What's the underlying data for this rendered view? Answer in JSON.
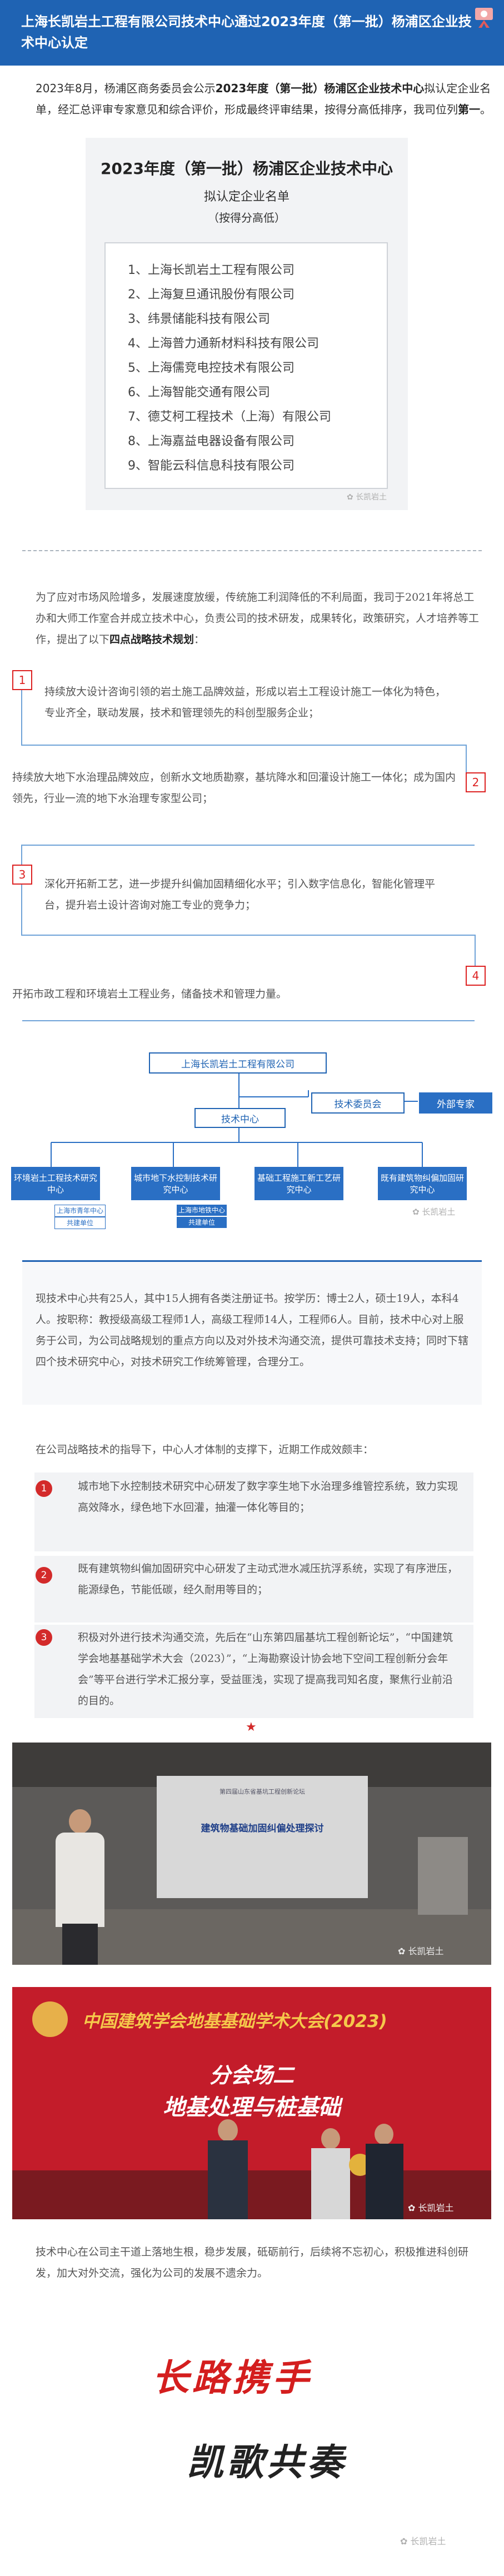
{
  "header": {
    "title": "上海长凯岩土工程有限公司技术中心通过2023年度（第一批）杨浦区企业技术中心认定"
  },
  "intro": {
    "text1": "2023年8月，杨浦区商务委员会公示",
    "bold": "2023年度（第一批）杨浦区企业技术中心",
    "text2": "拟认定企业名单，经汇总评审专家意见和综合评价，形成最终评审结果，按得分高低排序，我司位列",
    "rank": "第一"
  },
  "notice_card": {
    "title": "2023年度（第一批）杨浦区企业技术中心",
    "subtitle": "拟认定企业名单",
    "sort_note": "（按得分高低）",
    "companies": [
      "1、上海长凯岩土工程有限公司",
      "2、上海复旦通讯股份有限公司",
      "3、纬景储能科技有限公司",
      "4、上海普力通新材料科技有限公司",
      "5、上海儒竞电控技术有限公司",
      "6、上海智能交通有限公司",
      "7、德艾柯工程技术（上海）有限公司",
      "8、上海嘉益电器设备有限公司",
      "9、智能云科信息科技有限公司"
    ],
    "watermark": "长凯岩土"
  },
  "strategy": {
    "intro": "为了应对市场风险增多，发展速度放缓，传统施工利润降低的不利局面，我司于2021年将总工办和大师工作室合并成立技术中心，负责公司的技术研发，成果转化，政策研究，人才培养等工作，提出了以下",
    "intro_bold": "四点战略技术规划",
    "intro_end": "：",
    "items": [
      {
        "num": "1",
        "text": "持续放大设计咨询引领的岩土施工品牌效益，形成以岩土工程设计施工一体化为特色，专业齐全，联动发展，技术和管理领先的科创型服务企业；"
      },
      {
        "num": "2",
        "text": "持续放大地下水治理品牌效应，创新水文地质勘察，基坑降水和回灌设计施工一体化；成为国内领先，行业一流的地下水治理专家型公司；"
      },
      {
        "num": "3",
        "text": "深化开拓新工艺，进一步提升纠偏加固精细化水平；引入数字信息化，智能化管理平台，提升岩土设计咨询对施工专业的竞争力；"
      },
      {
        "num": "4",
        "text": "开拓市政工程和环境岩土工程业务，储备技术和管理力量。"
      }
    ]
  },
  "org": {
    "company": "上海长凯岩土工程有限公司",
    "committee": "技术委员会",
    "experts": "外部专家",
    "center": "技术中心",
    "depts": [
      {
        "name": "环境岩土工程技术研究中心",
        "tags": [
          "上海市青年中心",
          "共建单位"
        ]
      },
      {
        "name": "城市地下水控制技术研究中心",
        "tags": [
          "上海市地铁中心",
          "共建单位"
        ]
      },
      {
        "name": "基础工程施工新工艺研究中心",
        "tags": []
      },
      {
        "name": "既有建筑物纠偏加固研究中心",
        "tags": []
      }
    ],
    "watermark": "长凯岩土"
  },
  "stats": {
    "text": "现技术中心共有25人，其中15人拥有各类注册证书。按学历：博士2人，硕士19人，本科4人。按职称：教授级高级工程师1人，高级工程师14人，工程师6人。目前，技术中心对上服务于公司，为公司战略规划的重点方向以及对外技术沟通交流，提供可靠技术支持；同时下辖四个技术研究中心，对技术研究工作统筹管理，合理分工。"
  },
  "results": {
    "intro": "在公司战略技术的指导下，中心人才体制的支撑下，近期工作成效颇丰：",
    "items": [
      {
        "num": "1",
        "text": "城市地下水控制技术研究中心研发了数字孪生地下水治理多维管控系统，致力实现高效降水，绿色地下水回灌，抽灌一体化等目的；"
      },
      {
        "num": "2",
        "text": "既有建筑物纠偏加固研究中心研发了主动式泄水减压抗浮系统，实现了有序泄压，能源绿色，节能低碳，经久耐用等目的；"
      },
      {
        "num": "3",
        "text": "积极对外进行技术沟通交流，先后在“山东第四届基坑工程创新论坛”，“中国建筑学会地基基础学术大会（2023）”，“上海勘察设计协会地下空间工程创新分会年会”等平台进行学术汇报分享，受益匪浅，实现了提高我司知名度，聚焦行业前沿的目的。"
      }
    ],
    "star": "★"
  },
  "photo1": {
    "screen_title": "建筑物基础加固纠偏处理探讨",
    "screen_top": "第四届山东省基坑工程创新论坛",
    "watermark": "长凯岩土"
  },
  "photo2": {
    "banner": "中国建筑学会地基基础学术大会(2023)",
    "venue_line1": "分会场二",
    "venue_line2": "地基处理与桩基础",
    "watermark": "长凯岩土"
  },
  "closing": {
    "text": "技术中心在公司主干道上落地生根，稳步发展，砥砺前行，后续将不忘初心，积极推进科创研发，加大对外交流，强化为公司的发展不遗余力。"
  },
  "calligraphy": {
    "line1": "长路携手",
    "line2": "凯歌共奏",
    "watermark": "长凯岩土"
  },
  "colors": {
    "header_bg": "#1f63b3",
    "accent_red": "#d32a2a",
    "line_blue": "#6fa3d8"
  }
}
